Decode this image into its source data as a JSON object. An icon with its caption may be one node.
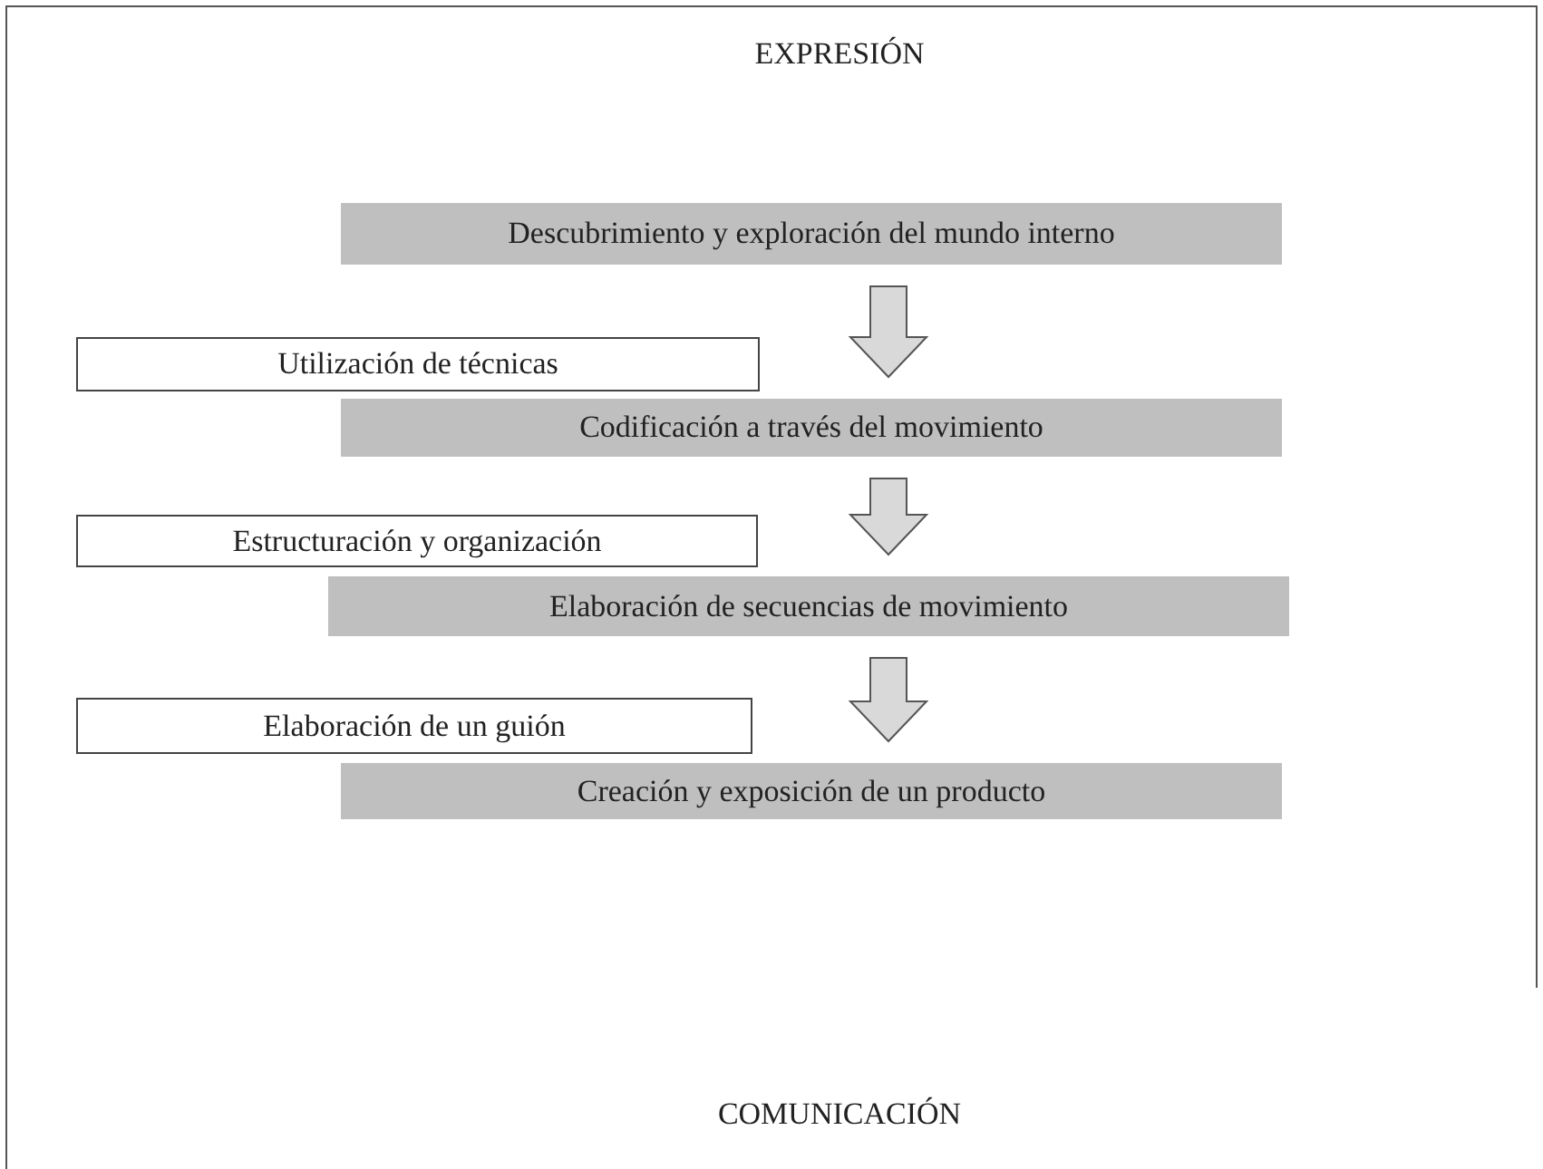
{
  "diagram": {
    "nodes": [
      {
        "text": [
          "Descubrimiento y exploración del mundo interno"
        ]
      },
      {
        "text": [
          "Utilización de técnicas"
        ]
      },
      {
        "text": [
          "Codificación a través del movimiento"
        ]
      },
      {
        "text": [
          "Estructuración y organización"
        ]
      },
      {
        "text": [
          "Elaboración de secuencias de movimiento"
        ]
      },
      {
        "text": [
          "Elaboración de un guión"
        ]
      },
      {
        "text": [
          "Creación y exposición de un producto"
        ]
      }
    ],
    "edges": [
      {
        "from": 0,
        "to": 2,
        "arrow": "to"
      },
      {
        "from": 2,
        "to": 4,
        "arrow": "to"
      },
      {
        "from": 4,
        "to": 6,
        "arrow": "to"
      }
    ],
    "labels": [
      "EXPRESIÓN",
      "COMUNICACIÓN"
    ]
  }
}
